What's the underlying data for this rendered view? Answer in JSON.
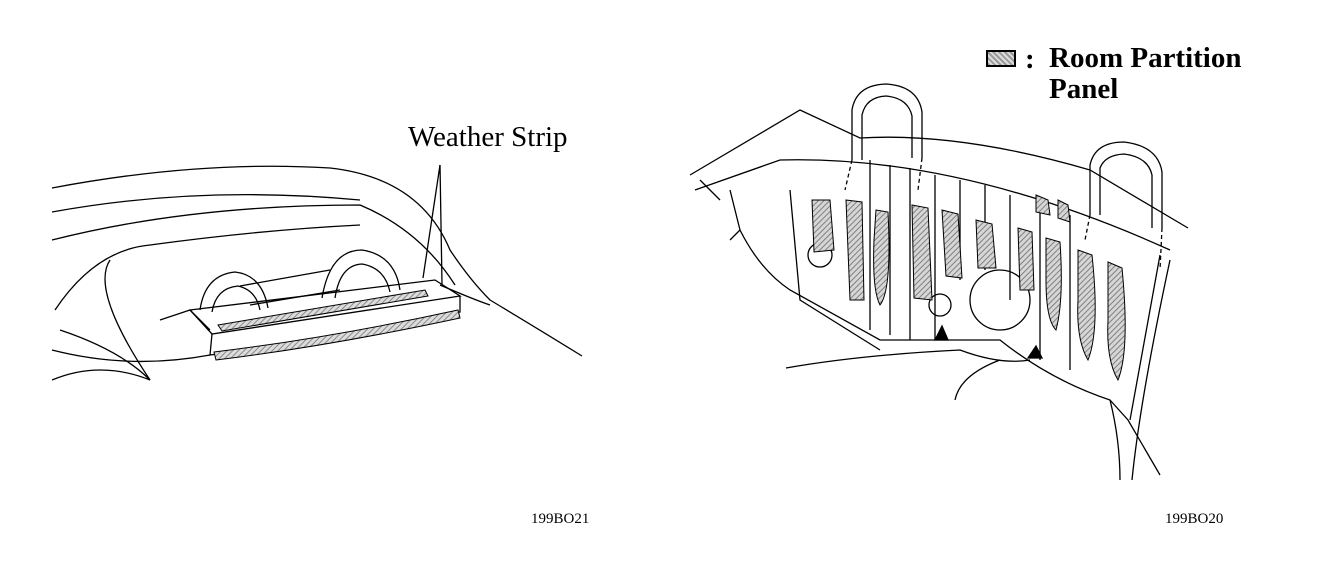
{
  "left_figure": {
    "callout_label": "Weather Strip",
    "figure_code": "199BO21"
  },
  "right_figure": {
    "legend": {
      "separator": ":",
      "text": "Room Partition Panel",
      "swatch_color": "#b4b4b4"
    },
    "figure_code": "199BO20"
  }
}
